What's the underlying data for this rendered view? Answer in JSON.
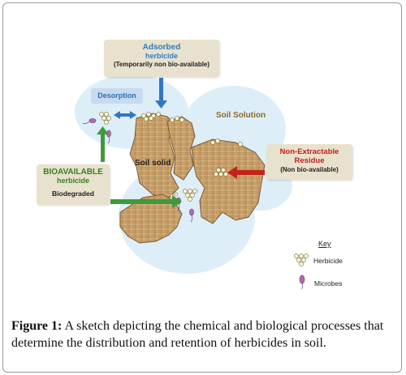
{
  "boxes": {
    "adsorbed": {
      "line1": "Adsorbed",
      "line2": "herbicide",
      "line3": "(Temporarily non bio-available)"
    },
    "desorption": "Desorption",
    "bioavailable": {
      "line1": "BIOAVAILABLE",
      "line2": "herbicide",
      "line3": "Biodegraded"
    },
    "non_extractable": {
      "line1": "Non-Extractable",
      "line2": "Residue",
      "line3": "(Non bio-available)"
    }
  },
  "labels": {
    "soil_solution": "Soil Solution",
    "soil_solid": "Soil solid"
  },
  "key": {
    "title": "Key",
    "herbicide": "Herbicide",
    "microbes": "Microbes"
  },
  "caption": {
    "label": "Figure 1:",
    "text": " A sketch depicting the chemical and biological processes that determine the distribution and retention of herbicides in soil."
  },
  "colors": {
    "blue_arrow": "#2f78c4",
    "green_arrow": "#3f9b3a",
    "red_arrow": "#c42218",
    "solution": "#ddeef9",
    "box_fill": "#e8e1cd",
    "microbe": "#b26bb3"
  },
  "icons": [
    "herbicide-cluster-icon",
    "microbe-icon"
  ]
}
